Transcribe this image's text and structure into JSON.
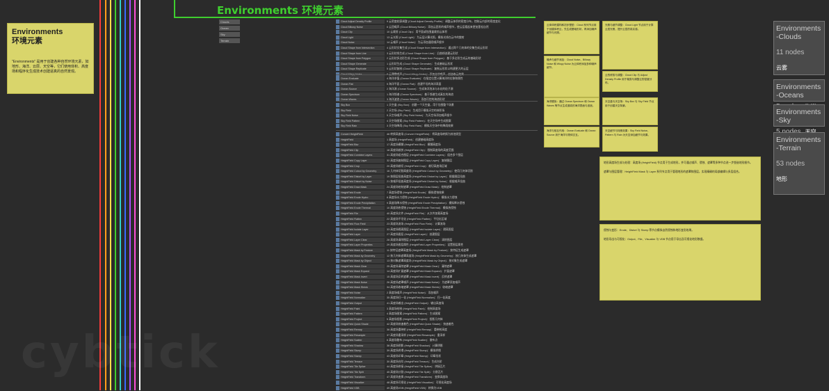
{
  "header": {
    "title": "Environments 环境元素"
  },
  "line_colors": [
    "#ff3b3b",
    "#ff9f1a",
    "#ffe14a",
    "#3fcf2f",
    "#2fcfcf",
    "#3a6bff",
    "#b04bff",
    "#ff4fd8",
    "#ffffff"
  ],
  "intro_note": {
    "title_en": "Environments",
    "title_cn": "环境元素",
    "body": "\"Environments\" 是用于创建各种自然环境元素，如地形、海洋、云层、天空等，它们使用体积、高度场和程序化生成技术创建逼真的自然景观。"
  },
  "inputs": [
    "Clouds",
    "Ocean",
    "Sky",
    "Terrain"
  ],
  "groups": [
    {
      "nodes": [
        "Cloud Adjust Density Profile",
        "Cloud Billowy Noise",
        "Cloud Clip",
        "Cloud Light",
        "Cloud Noise",
        "Cloud Shape from Intersection",
        "Cloud Shape from Line",
        "Cloud Shape from Polygon",
        "Cloud Shape Generate",
        "Cloud Shape Replicate",
        "Cloud Wispy Noise"
      ],
      "descs": [
        "9 云密度轮廓调整 (Cloud Adjust Density Profile)：调整云体积的密度分布，控制云内部的密度变化",
        "6 云团噪声 (Cloud Billowy Noise)：添加云团状的噪声细节，使云层看起来更加蓬松自然",
        "10 云裁剪 (Cloud Clip)：用平面或包围盒裁剪云体积",
        "13 云光照 (Cloud Light)：为云层计算光照，模拟光线在云中的散射",
        "14 云噪声 (Cloud Noise)：为云添加通用噪声细节",
        "4 云形状交集生成 (Cloud Shape from Intersection)：通过两个几何体的交集生成云形状",
        "3 云形状线生成 (Cloud Shape from Line)：沿曲线创建云形状",
        "2 云形状多边形生成 (Cloud Shape from Polygon)：基于多边形生成云的基础形状",
        "1 云形状生成 (Cloud Shape Generate)：生成基础云形状",
        "5 云形状复制 (Cloud Shape Replicate)：复制云形状以构建更大的云层",
        "8 云薄雾噪声 (Cloud Wispy Noise)：添加丝状噪声，创造卷云效果"
      ]
    },
    {
      "nodes": [
        "Ocean Evaluate",
        "Ocean Flat",
        "Ocean Source",
        "Ocean Spectrum",
        "Ocean Waves"
      ],
      "descs": [
        "4 海洋求值 (Ocean Evaluate)：在指定位置计算海洋的位移和属性",
        "5 海洋平面 (Ocean Flat)：创建平坦的海洋表面",
        "2 海洋源 (Ocean Source)：生成海洋泡沫与水花的粒子源",
        "1 海洋频谱 (Ocean Spectrum)：基于频谱生成真实的海浪",
        "3 海洋波浪 (Ocean Waves)：添加可控的海浪形状"
      ]
    },
    {
      "nodes": [
        "Sky Box",
        "Sky Field",
        "Sky Field Noise",
        "Sky Field Pattern",
        "Sky Field Rain"
      ],
      "descs": [
        "1 天空盒 (Sky Box)：创建一个天空盒，用于包围整个场景",
        "2 天空场 (Sky Field)：生成用于模拟天空的体积场",
        "5 天空场噪声 (Sky Field Noise)：为天空场添加噪声细节",
        "4 天空场图案 (Sky Field Pattern)：在天空场中生成图案",
        "3 天空场降雨 (Sky Field Rain)：模拟天空场中的降雨效果"
      ]
    },
    {
      "nodes": [
        "Convert HeightField",
        "HeightField",
        "HeightField Blur",
        "HeightField Clip",
        "HeightField Combine Layers",
        "HeightField Copy Layer",
        "HeightField Crop",
        "HeightField Cutout by Geometry",
        "HeightField Distort by Layer",
        "HeightField Distort by Noise",
        "HeightField Draw Mask",
        "HeightField Erode",
        "HeightField Erode Hydro",
        "HeightField Erode Precipitation",
        "HeightField Erode Thermal",
        "HeightField File",
        "HeightField Flatten",
        "HeightField Flow Field",
        "HeightField Isolate Layer",
        "HeightField Layer",
        "HeightField Layer Clear",
        "HeightField Layer Properties",
        "HeightField Mask by Feature",
        "HeightField Mask by Geometry",
        "HeightField Mask by Object",
        "HeightField Mask Clear",
        "HeightField Mask Expand",
        "HeightField Mask Invert",
        "HeightField Mask Noise",
        "HeightField Mask Shrink",
        "HeightField Noise",
        "HeightField Normalize",
        "HeightField Output",
        "HeightField Paint",
        "HeightField Pattern",
        "HeightField Project",
        "HeightField Quick Shade",
        "HeightField Remap",
        "HeightField Resample",
        "HeightField Scatter",
        "HeightField Shadow",
        "HeightField Slump",
        "HeightField Stamp",
        "HeightField Terrace",
        "HeightField Tile Splice",
        "HeightField Tile Split",
        "HeightField Transform",
        "HeightField Visualize",
        "HeightField VDB"
      ],
      "descs": [
        "46 转换高度场 (Convert HeightField)：将高度场转换为其他类型",
        "1 高度场 (HeightField)：创建基础高度场",
        "17 高度场模糊 (HeightField Blur)：模糊高度场",
        "18 高度场裁剪 (HeightField Clip)：限制高度场的高度范围",
        "31 高度场组合图层 (HeightField Combine Layers)：组合多个图层",
        "32 高度场复制图层 (HeightField Copy Layer)：复制图层",
        "20 高度场裁切 (HeightField Crop)：裁切高度场区域",
        "16 几何体切割高度场 (HeightField Cutout by Geometry)：使用几何体切割",
        "19 按图层扭曲高度场 (HeightField Distort by Layer)：根据图层扭曲",
        "21 按噪声扭曲高度场 (HeightField Distort by Noise)：根据噪声扭曲",
        "24 高度场绘制遮罩 (HeightField Draw Mask)：绘制遮罩",
        "7 高度场侵蚀 (HeightField Erode)：模拟侵蚀效果",
        "8 高度场水力侵蚀 (HeightField Erode Hydro)：模拟水力侵蚀",
        "9 高度场降水侵蚀 (HeightField Erode Precipitation)：模拟降水侵蚀",
        "10 高度场热侵蚀 (HeightField Erode Thermal)：模拟热侵蚀",
        "40 高度场文件 (HeightField File)：从文件加载高度场",
        "22 高度场平坦化 (HeightField Flatten)：平坦化区域",
        "23 高度场流场 (HeightField Flow Field)：计算流场",
        "33 高度场隔离图层 (HeightField Isolate Layer)：隔离图层",
        "27 高度场图层 (HeightField Layer)：创建图层",
        "28 高度场清除图层 (HeightField Layer Clear)：清除图层",
        "29 高度场图层属性 (HeightField Layer Properties)：设置图层属性",
        "11 按特征遮罩高度场 (HeightField Mask by Feature)：按特征生成遮罩",
        "12 按几何体遮罩高度场 (HeightField Mask by Geometry)：按几何体生成遮罩",
        "13 按对象遮罩高度场 (HeightField Mask by Object)：按对象生成遮罩",
        "25 高度场清除遮罩 (HeightField Mask Clear)：清除遮罩",
        "14 高度场扩展遮罩 (HeightField Mask Expand)：扩展遮罩",
        "15 高度场反转遮罩 (HeightField Mask Invert)：反转遮罩",
        "26 高度场遮罩噪声 (HeightField Mask Noise)：为遮罩添加噪声",
        "34 高度场收缩遮罩 (HeightField Mask Shrink)：收缩遮罩",
        "2 高度场噪声 (HeightField Noise)：添加噪声",
        "35 高度场归一化 (HeightField Normalize)：归一化高度",
        "41 高度场输出 (HeightField Output)：输出高度场",
        "3 高度场绘制 (HeightField Paint)：绘制高度场",
        "4 高度场图案 (HeightField Pattern)：生成图案",
        "5 高度场投影 (HeightField Project)：投影几何体",
        "42 高度场快速着色 (HeightField Quick Shade)：快速着色",
        "36 高度场重映射 (HeightField Remap)：重映射高度",
        "37 高度场重采样 (HeightField Resample)：重采样",
        "6 高度场散布 (HeightField Scatter)：散布点",
        "38 高度场阴影 (HeightField Shadow)：计算阴影",
        "39 高度场坍塌 (HeightField Slump)：模拟坍塌",
        "43 高度场印章 (HeightField Stamp)：印章形状",
        "30 高度场台阶 (HeightField Terrace)：生成台阶",
        "44 高度场拼接 (HeightField Tile Splice)：拼接瓦片",
        "45 高度场分割 (HeightField Tile Split)：分割瓦片",
        "47 高度场变换 (HeightField Transform)：变换高度场",
        "48 高度场可视化 (HeightField Visualize)：可视化高度场",
        "49 高度场VDB (HeightField VDB)：转换为VDB"
      ]
    }
  ],
  "mid_notes": [
    "云体体积建构和初步塑型：Cloud 系列节点用于创建体积云，先生成基础形状，再添加噪声细节与光照。",
    "光照与细节调整：Cloud Light 节点用于计算云层光照，提升云层的真实感。",
    "噪声与细节添加：Cloud Noise、Billowy Noise 和 Wispy Noise 为云体积添加多种噪声细节。",
    "云的修剪与调整：Cloud Clip 与 Adjust Density Profile 用于裁剪与调整云的密度分布。",
    "海洋模拟：通过 Ocean Spectrum 和 Ocean Waves 等节点生成逼真的海洋表面与波浪。",
    "天空盒与天空场：Sky Box 与 Sky Field 节点用于创建天空背景。",
    "海洋与相互作用：Ocean Evaluate 和 Ocean Source 用于海洋与物体交互。",
    "天空细节与特殊效果：Sky Field Noise、Pattern 与 Rain 为天空添加细节与效果。"
  ],
  "big_notes": [
    "地形高度场生成与处理：高度场 (HeightField) 节点用于生成地形，并可通过噪声、侵蚀、遮罩等多种节点进一步塑造地形细节。",
    "遮罩与图层管理：HeightField Mask 与 Layer 系列节点用于管理地形的遮罩和图层，实现精确的局部编辑与多层组合。",
    "侵蚀与变形：Erode、Distort 与 Slump 等节点模拟自然侵蚀和地形变形效果。",
    "地形导出与可视化：Output、File、Visualize 与 VDB 节点用于导出及可视化地形数据。"
  ],
  "side_groups": [
    {
      "title": "Environments -Clouds",
      "count": "11 nodes",
      "cn": "云雾"
    },
    {
      "title": "Environments -Oceans",
      "count": "5 nodes",
      "cn": "海洋"
    },
    {
      "title": "Environments -Sky",
      "count": "5 nodes",
      "cn": "天空"
    },
    {
      "title": "Environments -Terrain",
      "count": "53 nodes",
      "cn": "地形"
    }
  ],
  "watermark": "cybtick"
}
